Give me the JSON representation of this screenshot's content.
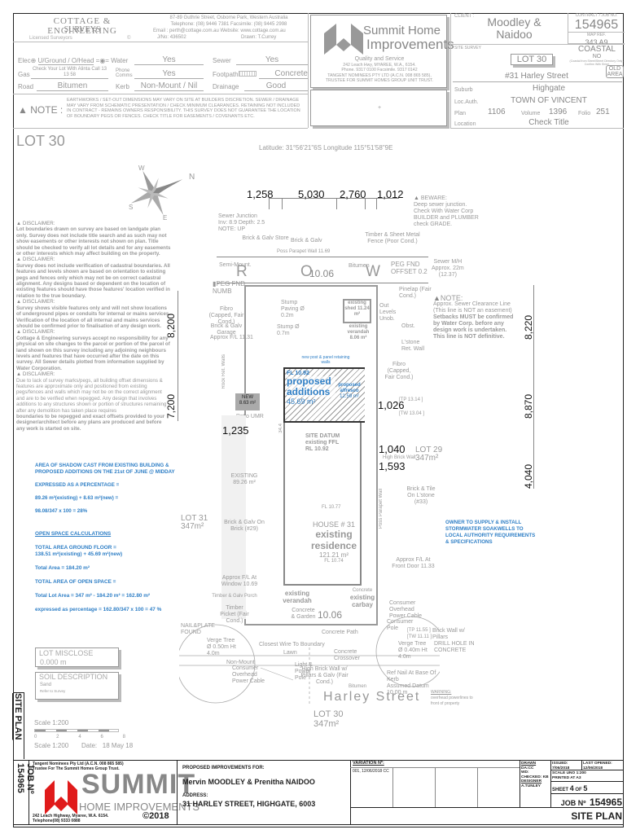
{
  "surveyor": {
    "logo_line1": "COTTAGE & ENGINEERING",
    "logo_line2": "SURVEYS",
    "logo_sub": "Licensed Surveyors",
    "copyright": "©",
    "address": "87-89 Guthrie Street, Osborne Park, Western Australia",
    "phone": "Telephone: (08) 9446 7381   Facsimile: (08) 9445 2998",
    "email": "Email : perth@cottage.com.au   Website: www.cottage.com.au",
    "job_no_label": "J/No:",
    "job_no": "436502",
    "drawn_label": "Drawn:",
    "drawn": "T.Currey"
  },
  "services": {
    "elec_label": "Elec",
    "elec_value": "U/Ground / O/Head",
    "water_label": "Water",
    "water_value": "Yes",
    "sewer_label": "Sewer",
    "sewer_value": "Yes",
    "gas_label": "Gas",
    "gas_value": "Check Your Lot With Alinta Call 13 13 58",
    "phone_label": "Phone Comms",
    "phone_value": "Yes",
    "footpath_label": "Footpath",
    "footpath_value": "Concrete",
    "road_label": "Road",
    "road_value": "Bitumen",
    "kerb_label": "Kerb",
    "kerb_value": "Non-Mount / Nil",
    "drainage_label": "Drainage",
    "drainage_value": "Good"
  },
  "note": {
    "label": "NOTE :",
    "text": "EARTHWORKS / SET-OUT DIMENSIONS MAY VARY ON SITE AT BUILDERS DISCRETION. SEWER / DRAINAGE MAY VARY FROM SCHEMATIC PRESENTATION / CHECK MINIMUM CLEARANCES. RETAINING NOT INCLUDED IN CONTRACT - REMAINS OWNERS RESPONSIBILITY. THIS SURVEY DOES NOT GUARANTEE THE LOCATION OF BOUNDARY PEGS OR FENCES. CHECK TITLE FOR EASEMENTS / COVENANTS ETC."
  },
  "builder": {
    "name_line1": "Summit Home",
    "name_line2": "Improvements",
    "tagline": "Quality and Service",
    "address": "242 Leach Hwy, MYAREE, W.A., 6154.",
    "phone": "Phone. 9317 0100 Facsimile. 9317 0142",
    "company": "TANGENT NOMINEES PTY LTD (A.C.N. 008 865 585),",
    "trustee": "TRUSTEE FOR SUMMIT HOMES GROUP UNIT TRUST.",
    "mark": "+"
  },
  "client_block": {
    "client_label": "CLIENT :",
    "client_line1": "Moodley &",
    "client_line2": "Naidoo",
    "contract_label": "CONTRACT / JOB NO.",
    "contract_no": "154965",
    "map_ref_label": "MAP REF.",
    "map_ref": "343 A9",
    "site_survey_label": "SITE SURVEY",
    "coastal_label": "COASTAL",
    "coastal_value": "NO",
    "coastal_note": "(Coastal from Street/Street Directory Only - Confirm With Shire)",
    "old_area": "OLD AREA",
    "lot": "LOT 30",
    "street": "#31 Harley Street",
    "suburb_label": "Suburb",
    "suburb": "Highgate",
    "loc_auth_label": "Loc.Auth.",
    "loc_auth": "TOWN OF VINCENT",
    "plan_label": "Plan",
    "plan": "1106",
    "volume_label": "Volume",
    "volume": "1396",
    "folio_label": "Folio",
    "folio": "251",
    "location_label": "Location",
    "location": "Check Title"
  },
  "plan": {
    "lot_title": "LOT 30",
    "coords": "Latitude: 31°56'21\"6S   Longitude 115°51'58\"9E",
    "compass": {
      "n": "N",
      "s": "S",
      "e": "E",
      "w": "W"
    },
    "top_dims": [
      "1,258",
      "5,030",
      "2,760",
      "1,012"
    ],
    "side_dims_left": [
      "8,200",
      "7,200"
    ],
    "side_dims_right": [
      "8,220",
      "8,870",
      "4,040"
    ],
    "inner_dims": [
      "1,235",
      "1,026",
      "1,040",
      "1,593"
    ],
    "beware": {
      "title": "BEWARE:",
      "lines": [
        "Deep sewer junction.",
        "Check With Water Corp",
        "BUILDER and PLUMBER",
        "check GRADE."
      ]
    },
    "sewer_junction": [
      "Sewer Junction",
      "Inv: 8.9 Depth: 2.5",
      "NOTE: UP"
    ],
    "sewer_mh": [
      "Sewer M/H",
      "Approx. 22m",
      "(12.37)"
    ],
    "note_right": {
      "title": "NOTE:",
      "lines": [
        "Approx. Sewer Clearance Line",
        "(This line is NOT an easement)"
      ],
      "bold_lines": [
        "Setbacks MUST be confirmed",
        "by Water Corp. before any",
        "design work is undertaken.",
        "This line is NOT definitive."
      ]
    },
    "labels": {
      "brick_galv_store": "Brick & Galv Store",
      "brick_galv": "Brick & Galv",
      "timber_fence": "Timber & Sheet Metal Fence (Poor Cond.)",
      "poss_parapet": "Poss Parapet Wall 11.69",
      "bitumen": "Bitumen",
      "row": "R  O  W",
      "row_width": "10.06",
      "peg_fnd_numb": "PEG FND NUMB",
      "peg_fnd_offset": "PEG FND OFFSET 0.2",
      "semi_mount": "Semi-Mount.",
      "pinelap": "Pinelap (Fair Cond.)",
      "fibro_capped": "Fibro (Capped, Fair Cond.)",
      "brick_galv_garage": "Brick & Galv Garage",
      "approx_fl_1131": "Approx F/L 11.31",
      "stump_paving": "Stump Paving Ø 0.2m",
      "stump_07": "Stump Ø 0.7m",
      "existing_shed": "existing shed 11.24 m²",
      "existing_verandah_top": "existing verandah 8.06 m²",
      "out_levels": "Out Levels Unob.",
      "obst": "Obst.",
      "lstone_ret": "L'stone Ret. Wall",
      "fibro_right": "Fibro (Capped, Fair Cond.)",
      "rock_ret": "Rock Ret. Walls",
      "new_post": "new post & panel retaining walls",
      "fl_1092": "FL 10.92",
      "proposed_additions": "proposed additions",
      "proposed_area": "45.69 m²",
      "proposed_alfresco": "proposed alfresco",
      "alfresco_area": "12.59 m²",
      "new_shadow": "NEW",
      "new_shadow_area": "8.63 m²",
      "patio": "Patio UMR",
      "site_datum": "SITE DATUM existing FFL RL 10.92",
      "existing_shadow": "EXISTING",
      "existing_shadow_area": "89.26 m²",
      "lot31": "LOT 31",
      "lot31_area": "347m²",
      "brick_galv_29": "Brick & Galv On Brick (#29)",
      "approx_window": "Approx F/L At Window 10.69",
      "house_number": "HOUSE # 31",
      "existing_residence": "existing residence",
      "residence_area": "121.21 m²",
      "residence_fl": "FL 10.74",
      "fl_1077": "FL 10.77",
      "existing_verandah": "existing verandah",
      "existing_carbay": "existing carbay",
      "concrete_carbay": "Concrete",
      "timber_galv_porch": "Timber & Galv Porch",
      "timber_picket": "Timber Picket (Fair Cond.)",
      "concrete_garden": "Concrete & Garden",
      "front_level": "10.06",
      "nail_plate": "NAIL&PLATE FOUND",
      "verge_tree_left": "Verge Tree Ø 0.50m Ht 4.0m",
      "closest_wire": "Closest Wire To Boundary",
      "lawn": "Lawn",
      "non_mount": "Non-Mount",
      "consumer_cable_left": "Consumer Overhead Power Cable",
      "light_pole": "Light & Power Pole",
      "high_brick_wall": "High Brick Wall w/ Pillars & Galv (Fair Cond.)",
      "bitumen_street": "Bitumen",
      "concrete_crossover": "Concrete Crossover",
      "concrete_path": "Concrete Path",
      "harley_street": "Harley Street",
      "lot30_bottom": "LOT 30",
      "lot30_bottom_area": "347m²",
      "lot29": "LOT 29",
      "lot29_area": "347m²",
      "high_brick_wall_right": "High Brick Wall",
      "brick_tile_33": "Brick & Tile On L'stone (#33)",
      "poss_parapet_right": "Poss Parapet Wall",
      "out_levels_right": "Out Levels Unob. House Obst.",
      "approx_front_door": "Approx F/L At Front Door 11.33",
      "consumer_cable_right": "Consumer Overhead Power Cable",
      "consumer_pole": "Consumer Pole",
      "tp_1155": "[TP 11.55 ]",
      "tw_1111": "[TW 11.11 ]",
      "tp_1314": "[TP 13.14 ]",
      "tw_1304": "[TW 13.04 ]",
      "brick_wall_pillars": "Brick Wall w/ Pillars",
      "drill_hole": "DRILL HOLE IN CONCRETE",
      "verge_tree_right": "Verge Tree Ø 0.40m Ht 4.0m",
      "garden": "Garden",
      "non_mount_right": "Non-Mount",
      "ref_nail": "Ref Nail At Base Of Kerb",
      "assumed_datum": "Assumed Datum 10.00 m",
      "warning_title": "WARNING:",
      "warning_text": "overhead powerlines to front of property",
      "dim_344": "34.4"
    },
    "stormwater": [
      "OWNER TO SUPPLY & INSTALL",
      "STORMWATER SOAKWELLS TO",
      "LOCAL AUTHORITY REQUIREMENTS",
      "& SPECIFICATIONS"
    ]
  },
  "disclaimers": [
    {
      "title": "DISCLAIMER:",
      "text": "Lot boundaries drawn on survey are based on landgate plan only. Survey does not include title search and as such may not show easements or other interests not shown on plan. Title should be checked to verify all lot details and for any easements or other interests which may affect building on the property."
    },
    {
      "title": "DISCLAIMER:",
      "text": "Survey does not include verification of cadastral boundaries. All features and levels shown are based on orientation to existing pegs and fences only which may not be on correct cadastral alignment. Any designs based or dependent on the location of existing features should have those features' location verified in relation to the true boundary."
    },
    {
      "title": "DISCLAIMER:",
      "text": "Survey shows visible features only and will not show locations of underground pipes or conduits for internal or mains services. Verification of the location of all internal and mains services should be confirmed prior to finalisation of any design work."
    },
    {
      "title": "DISCLAIMER:",
      "text": "Cottage & Engineering surveys accept no responsibility for any physical on site changes to the parcel or portion of the parcel of land shown on this survey including any adjoining neighbours levels and features that have occurred after the date on this survey. All Sewer details plotted from information supplied by Water Corporation."
    },
    {
      "title": "DISCLAIMER:",
      "text": "Due to lack of survey marks/pegs, all building offset dimensions & features are approximate only and positioned from existing pegs/fences and walls which may not be on the correct alignment and are to be verified when repegged. Any design that involves additions to any structures shown or portion of structures remaining after any demolition has taken place requires",
      "bold_text": "boundaries to be repegged and exact offsets provided to your designer/architect before any plans are produced and before any work is started on site."
    }
  ],
  "calculations": {
    "shadow_title": "AREA OF SHADOW CAST FROM EXISTING BUILDING & PROPOSED ADDITIONS ON THE 21st OF JUNE @ MIDDAY",
    "expressed": "EXPRESSED AS A PERCENTAGE =",
    "shadow_sum": "89.26 m²(existing) + 8.63 m²(new) =",
    "shadow_pct": "98.08/347 x 100 = 28%",
    "open_space_title": "OPEN SPACE CALCULATIONS",
    "ground_floor_title": "TOTAL AREA GROUND FLOOR =",
    "ground_floor_sum": "138.51 m²(existing) + 45.69 m²(new)",
    "total_area": "Total Area  = 184.20 m²",
    "open_space_total": "TOTAL AREA OF OPEN SPACE =",
    "lot_area_calc": "Total Lot Area = 347 m² - 184.20 m² = 162.80 m²",
    "open_pct": "expressed as percentage = 162.80/347 x 100 = 47 %"
  },
  "lot_misclose": {
    "label": "LOT MISCLOSE",
    "value": "0.000 m"
  },
  "soil": {
    "label": "SOIL DESCRIPTION",
    "value": "Sand",
    "note": "Refer to Survey"
  },
  "scale": {
    "title": "Scale  1:200",
    "ticks": [
      "0",
      "2",
      "4",
      "6",
      "8"
    ],
    "scale_label": "Scale 1:200",
    "date_label": "Date:",
    "date": "18 May 18"
  },
  "sidebar_title": "SITE PLAN",
  "title_block": {
    "job_vertical": "JOB Nº 154965",
    "company": "Tangent Nominees Pty Ltd (A.C.N. 008 865 585)",
    "trustee": "Trustee For The Summit Homes Group Trust.",
    "brand": "SUMMIT",
    "brand_sub": "HOME IMPROVEMENTS",
    "address": "242 Leach Highway, Myaree, W.A. 6154.",
    "phone": "Telephone(08) 9333 0888",
    "copyright": "©2018",
    "proposed_label": "PROPOSED IMPROVEMENTS FOR:",
    "owners": "Mervin MOODLEY & Prenitha NAIDOO",
    "address_label": "ADDRESS:",
    "site_address": "31 HARLEY STREET, HIGHGATE, 6003",
    "variation_label": "VARIATION Nº:",
    "variation_first": "001, 12/06/2018 CC",
    "drawn_label": "DRAWN",
    "drawn": "DA:CC",
    "wd_label": "WD:",
    "checked": "CHECKED: KB",
    "designer_label": "DESIGNER",
    "designer": "A.TUNLEY",
    "issued_label": "ISSUED:",
    "issued": "7/06/2018",
    "last_opened_label": "LAST OPENED:",
    "last_opened": "12/06/2018",
    "scale_note": "SCALE UNO 1:200",
    "printed": "PRINTED AT A3",
    "sheet_label": "SHEET",
    "sheet_no": "4",
    "sheet_of": "OF",
    "sheet_total": "5",
    "job_label": "JOB Nº",
    "job_no": "154965",
    "drawing_title": "SITE PLAN"
  },
  "colors": {
    "annotation_blue": "#2f7fc6",
    "logo_red": "#e01b1b",
    "line_grey": "#aaaaaa"
  }
}
